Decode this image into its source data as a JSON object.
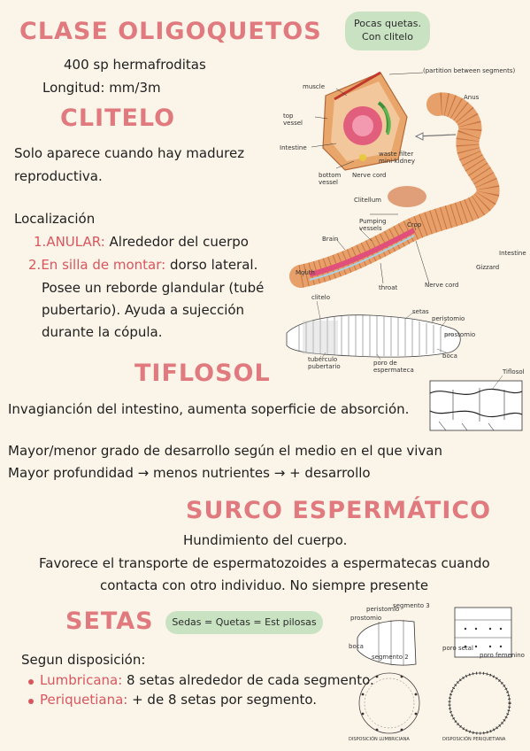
{
  "clase": {
    "title": "CLASE OLIGOQUETOS",
    "line1": "400 sp hermafroditas",
    "line2": "Longitud: mm/3m",
    "pill": [
      "Pocas quetas.",
      "Con clitelo"
    ]
  },
  "worm_diagram": {
    "labels": {
      "partition": "(partition between segments)",
      "muscle": "muscle",
      "anus": "Anus",
      "top_vessel": "top\nvessel",
      "intestine_top": "Intestine",
      "waste_filter": "waste filter\nmini-kidney",
      "bottom_vessel": "bottom\nvessel",
      "nerve_cord_top": "Nerve cord",
      "clitellum": "Clitellum",
      "pumping_vessels": "Pumping\nvessels",
      "crop": "Crop",
      "brain": "Brain",
      "intestine_bottom": "Intestine",
      "gizzard": "Gizzard",
      "mouth": "Mouth",
      "throat": "throat",
      "nerve_cord_bottom": "Nerve cord"
    }
  },
  "clitelo": {
    "title": "CLITELO",
    "intro": [
      "Solo aparece cuando hay madurez",
      "reproductiva."
    ],
    "loc_label": "Localización",
    "items": [
      {
        "num": "1.",
        "term": "ANULAR:",
        "desc": " Alrededor del cuerpo"
      },
      {
        "num": "2.",
        "term": "En silla de montar:",
        "desc": " dorso lateral."
      }
    ],
    "extra": [
      "Posee un reborde glandular (tubé",
      "pubertario). Ayuda a  sujección",
      "durante la cópula."
    ],
    "diagram_labels": {
      "clitelo": "clitelo",
      "setas": "setas",
      "peristomio": "peristomio",
      "prostomio": "prostomio",
      "boca": "boca",
      "tuberculo": "tubérculo\npubertario",
      "poro": "poro de\nespermateca"
    }
  },
  "tiflosol": {
    "title": "TIFLOSOL",
    "diagram_label": "Tiflosol",
    "lines": [
      "Invagianción del intestino, aumenta soperficie de absorción.",
      "Mayor/menor grado de desarrollo según el medio en el que vivan",
      "Mayor profundidad → menos nutrientes →  + desarrollo"
    ]
  },
  "surco": {
    "title": "SURCO ESPERMÁTICO",
    "lines": [
      "Hundimiento del cuerpo.",
      "Favorece el transporte de espermatozoides a espermatecas cuando",
      "contacta con otro individuo. No siempre presente"
    ]
  },
  "setas": {
    "title": "SETAS",
    "pill": "Sedas = Quetas = Est pilosas",
    "disp_label": "Segun disposición:",
    "items": [
      {
        "term": "Lumbricana:",
        "desc": " 8 setas alrededor de cada segmento."
      },
      {
        "term": "Periquetiana:",
        "desc": " + de 8 setas por segmento."
      }
    ],
    "diagram_labels": {
      "peristomio": "peristomio",
      "segmento3": "segmento 3",
      "prostomio": "prostomio",
      "boca": "boca",
      "segmento2": "segmento 2",
      "poro_setal": "poro setal",
      "poro_femenino": "poro femenino",
      "disp_lumbricana": "DISPOSICIÓN LUMBRICIANA",
      "disp_periquetiana": "DISPOSICIÓN PERIQUETIANA"
    }
  },
  "colors": {
    "background": "#fbf4e8",
    "heading": "#e07a7e",
    "accent": "#d9565e",
    "pill": "#c9e3c2",
    "worm": "#e89a4e"
  }
}
